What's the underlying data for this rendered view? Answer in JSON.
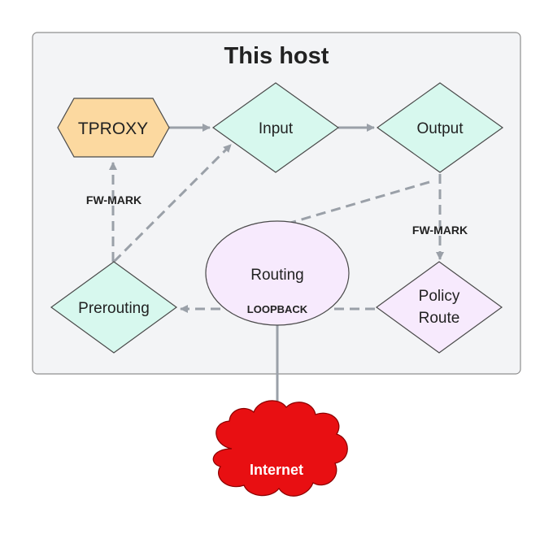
{
  "container": {
    "title": "This host"
  },
  "nodes": {
    "tproxy": {
      "label": "TPROXY",
      "fill": "#fcd9a0"
    },
    "input": {
      "label": "Input",
      "fill": "#d7f8ee"
    },
    "output": {
      "label": "Output",
      "fill": "#d7f8ee"
    },
    "routing": {
      "label": "Routing",
      "fill": "#f7eafd"
    },
    "prerouting": {
      "label": "Prerouting",
      "fill": "#d7f8ee"
    },
    "policy_route": {
      "line1": "Policy",
      "line2": "Route",
      "fill": "#f7eafd"
    },
    "internet": {
      "label": "Internet",
      "fill": "#e80f12"
    }
  },
  "edge_labels": {
    "fw_mark_left": "FW-MARK",
    "fw_mark_right": "FW-MARK",
    "loopback": "LOOPBACK"
  },
  "colors": {
    "edge": "#9aa0a8",
    "container_fill": "#f3f4f6",
    "container_stroke": "#8f8f8f"
  }
}
